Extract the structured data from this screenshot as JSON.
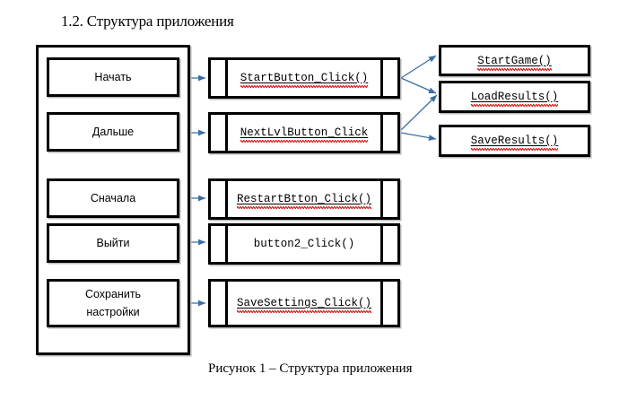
{
  "document": {
    "heading": "1.2. Структура приложения",
    "figure_caption": "Рисунок 1 – Структура приложения"
  },
  "colors": {
    "box_border": "#000000",
    "box_fill": "#ffffff",
    "arrow": "#3a6ea5",
    "spellcheck_underline": "#e01b1b",
    "page_background": "#ffffff"
  },
  "diagram": {
    "ui_panel": {
      "name": "application-ui-panel",
      "buttons": [
        {
          "label": "Начать"
        },
        {
          "label": "Дальше"
        },
        {
          "label": "Сначала"
        },
        {
          "label": "Выйти"
        },
        {
          "label": "Сохранить\nнастройки"
        }
      ]
    },
    "handlers": [
      {
        "label": "StartButton_Click()",
        "underlined": true,
        "spellchecked": true
      },
      {
        "label": "NextLvlButton_Click",
        "underlined": true,
        "spellchecked": true
      },
      {
        "label": "RestartBtton_Click()",
        "underlined": true,
        "spellchecked": true
      },
      {
        "label": "button2_Click()",
        "underlined": false,
        "spellchecked": false
      },
      {
        "label": "SaveSettings_Click()",
        "underlined": true,
        "spellchecked": true
      }
    ],
    "functions": [
      {
        "label": "StartGame()",
        "underlined": true,
        "spellchecked": true
      },
      {
        "label": "LoadResults()",
        "underlined": true,
        "spellchecked": true
      },
      {
        "label": "SaveResults()",
        "underlined": true,
        "spellchecked": true
      }
    ],
    "connections": [
      {
        "from": "Начать",
        "to": "StartButton_Click()"
      },
      {
        "from": "Дальше",
        "to": "NextLvlButton_Click"
      },
      {
        "from": "Сначала",
        "to": "RestartBtton_Click()"
      },
      {
        "from": "Выйти",
        "to": "button2_Click()"
      },
      {
        "from": "Сохранить настройки",
        "to": "SaveSettings_Click()"
      },
      {
        "from": "StartButton_Click()",
        "to": "StartGame()"
      },
      {
        "from": "StartButton_Click()",
        "to": "LoadResults()"
      },
      {
        "from": "NextLvlButton_Click",
        "to": "LoadResults()"
      },
      {
        "from": "NextLvlButton_Click",
        "to": "SaveResults()"
      }
    ]
  }
}
